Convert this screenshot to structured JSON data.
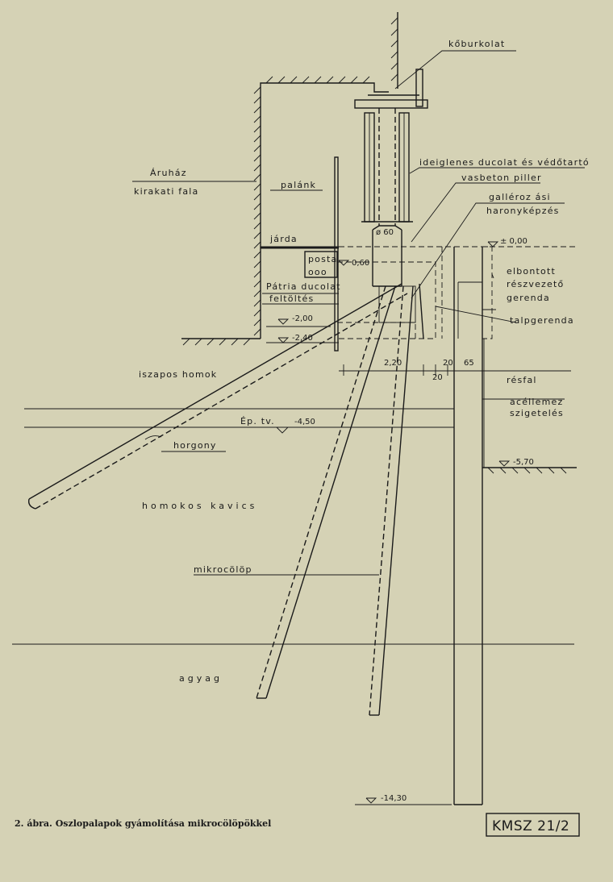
{
  "labels": {
    "koburkolat": "kőburkolat",
    "aruhaz": "Áruház",
    "kirakati_fala": "kirakati fala",
    "palank": "palánk",
    "ideiglenes": "ideiglenes ducolat és védőtartó",
    "vasbeton_piller": "vasbeton piller",
    "gallerozasi": "galléroz ási",
    "haronykepzes": "haronyképzés",
    "jarda": "járda",
    "posta": "posta",
    "posta_symbols": "ooo",
    "patria": "Pátria ducolat",
    "feltoltes": "feltöltés",
    "elbontott_1": "elbontott",
    "elbontott_2": "részvezető",
    "elbontott_3": "gerenda",
    "talpgerenda": "talpgerenda",
    "iszapos_homok": "iszapos homok",
    "resfal": "résfal",
    "acellemez_1": "acéllemez",
    "acellemez_2": "szigetelés",
    "ep_tv": "Ép. tv.",
    "horgony": "horgony",
    "homokos_kavics": "homokos kavics",
    "mikrocolop": "mikrocölöp",
    "agyag": "agyag"
  },
  "levels": {
    "l000": "± 0,00",
    "l060": "0,60",
    "phi60": "ø 60",
    "l200": "-2,00",
    "l240": "-2,40",
    "l450": "-4,50",
    "l570": "-5,70",
    "l1430": "-14,30"
  },
  "dimensions": {
    "d220": "2,20",
    "d20a": "20",
    "d20b": "20",
    "d65": "65"
  },
  "caption": "2. ábra. Oszlopalapok gyámolítása mikrocölöpökkel",
  "code": "KMSZ 21/2"
}
